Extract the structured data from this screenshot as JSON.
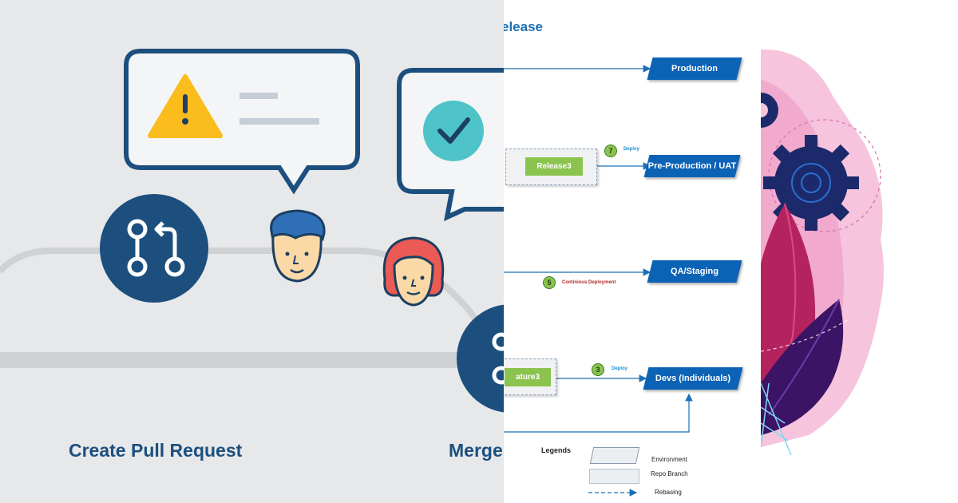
{
  "left_panel": {
    "step_labels": [
      "Create Pull Request",
      "Merge"
    ],
    "colors": {
      "background": "#e7e8ea",
      "primary": "#1c4f7e",
      "warning": "#fbbc1d",
      "success": "#4ec4c8"
    },
    "icons": [
      "pull-request-icon",
      "warning-icon",
      "check-icon",
      "merge-icon",
      "developer-avatar-male",
      "developer-avatar-female"
    ]
  },
  "middle_panel": {
    "title": "elease",
    "environments": [
      "Production",
      "Pre-Production / UAT",
      "QA/Staging",
      "Devs (Individuals)"
    ],
    "branches": [
      "Release3",
      "ature3"
    ],
    "steps": [
      {
        "number": "7",
        "label": "Deploy"
      },
      {
        "number": "5",
        "label": "Continious Deployment"
      },
      {
        "number": "3",
        "label": "Deploy"
      }
    ],
    "legends": {
      "title": "Legends",
      "items": [
        "Environment",
        "Repo Branch",
        "Rebasing"
      ]
    },
    "colors": {
      "environment": "#0c63b6",
      "branch": "#8bc34f",
      "step_text_blue": "#1b8fd1",
      "step_text_red": "#b12c2c"
    }
  },
  "right_panel": {
    "icons": [
      "gear-icon",
      "leaf-illustration"
    ],
    "colors": {
      "pink": "#f4c6dd",
      "purple": "#4a1a6b",
      "navy": "#1c2a6b"
    }
  }
}
